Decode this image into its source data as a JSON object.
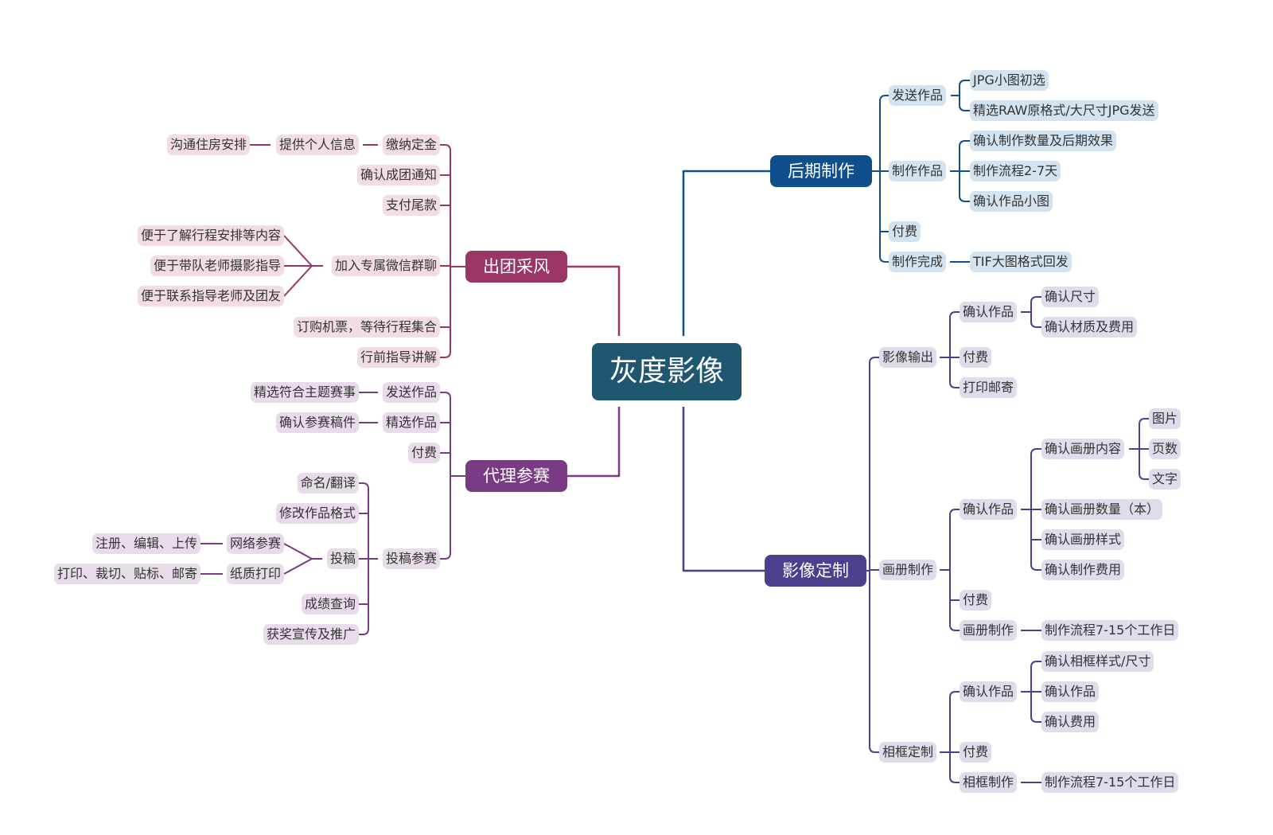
{
  "root": "灰度影像",
  "colors": {
    "root": "#1f5670",
    "a": "#9b3565",
    "a_bg": "#f2dce5",
    "b": "#0f4f8c",
    "b_bg": "#d4e3f0",
    "c": "#7a3b85",
    "c_bg": "#e8dbea",
    "d": "#4e3f8e",
    "d_bg": "#dfdcec"
  },
  "branches": {
    "tour": {
      "label": "出团采风",
      "items": [
        {
          "label": "缴纳定金",
          "children": [
            {
              "label": "提供个人信息",
              "children": [
                {
                  "label": "沟通住房安排"
                }
              ]
            }
          ]
        },
        {
          "label": "确认成团通知"
        },
        {
          "label": "支付尾款"
        },
        {
          "label": "加入专属微信群聊",
          "children": [
            {
              "label": "便于了解行程安排等内容"
            },
            {
              "label": "便于带队老师摄影指导"
            },
            {
              "label": "便于联系指导老师及团友"
            }
          ]
        },
        {
          "label": "订购机票，等待行程集合"
        },
        {
          "label": "行前指导讲解"
        }
      ]
    },
    "agent": {
      "label": "代理参赛",
      "items": [
        {
          "label": "发送作品",
          "children": [
            {
              "label": "精选符合主题赛事"
            }
          ]
        },
        {
          "label": "精选作品",
          "children": [
            {
              "label": "确认参赛稿件"
            }
          ]
        },
        {
          "label": "付费"
        },
        {
          "label": "投稿参赛",
          "children": [
            {
              "label": "命名/翻译"
            },
            {
              "label": "修改作品格式"
            },
            {
              "label": "投稿",
              "children": [
                {
                  "label": "网络参赛",
                  "children": [
                    {
                      "label": "注册、编辑、上传"
                    }
                  ]
                },
                {
                  "label": "纸质打印",
                  "children": [
                    {
                      "label": "打印、裁切、贴标、邮寄"
                    }
                  ]
                }
              ]
            },
            {
              "label": "成绩查询"
            },
            {
              "label": "获奖宣传及推广"
            }
          ]
        }
      ]
    },
    "post": {
      "label": "后期制作",
      "items": [
        {
          "label": "发送作品",
          "children": [
            {
              "label": "JPG小图初选"
            },
            {
              "label": "精选RAW原格式/大尺寸JPG发送"
            }
          ]
        },
        {
          "label": "制作作品",
          "children": [
            {
              "label": "确认制作数量及后期效果"
            },
            {
              "label": "制作流程2-7天"
            },
            {
              "label": "确认作品小图"
            }
          ]
        },
        {
          "label": "付费"
        },
        {
          "label": "制作完成",
          "children": [
            {
              "label": "TIF大图格式回发"
            }
          ]
        }
      ]
    },
    "custom": {
      "label": "影像定制",
      "items": [
        {
          "label": "影像输出",
          "children": [
            {
              "label": "确认作品",
              "children": [
                {
                  "label": "确认尺寸"
                },
                {
                  "label": "确认材质及费用"
                }
              ]
            },
            {
              "label": "付费"
            },
            {
              "label": "打印邮寄"
            }
          ]
        },
        {
          "label": "画册制作",
          "children": [
            {
              "label": "确认作品",
              "children": [
                {
                  "label": "确认画册内容",
                  "children": [
                    {
                      "label": "图片"
                    },
                    {
                      "label": "页数"
                    },
                    {
                      "label": "文字"
                    }
                  ]
                },
                {
                  "label": "确认画册数量（本）"
                },
                {
                  "label": "确认画册样式"
                },
                {
                  "label": "确认制作费用"
                }
              ]
            },
            {
              "label": "付费"
            },
            {
              "label": "画册制作",
              "children": [
                {
                  "label": "制作流程7-15个工作日"
                }
              ]
            }
          ]
        },
        {
          "label": "相框定制",
          "children": [
            {
              "label": "确认作品",
              "children": [
                {
                  "label": "确认相框样式/尺寸"
                },
                {
                  "label": "确认作品"
                },
                {
                  "label": "确认费用"
                }
              ]
            },
            {
              "label": "付费"
            },
            {
              "label": "相框制作",
              "children": [
                {
                  "label": "制作流程7-15个工作日"
                }
              ]
            }
          ]
        }
      ]
    }
  }
}
